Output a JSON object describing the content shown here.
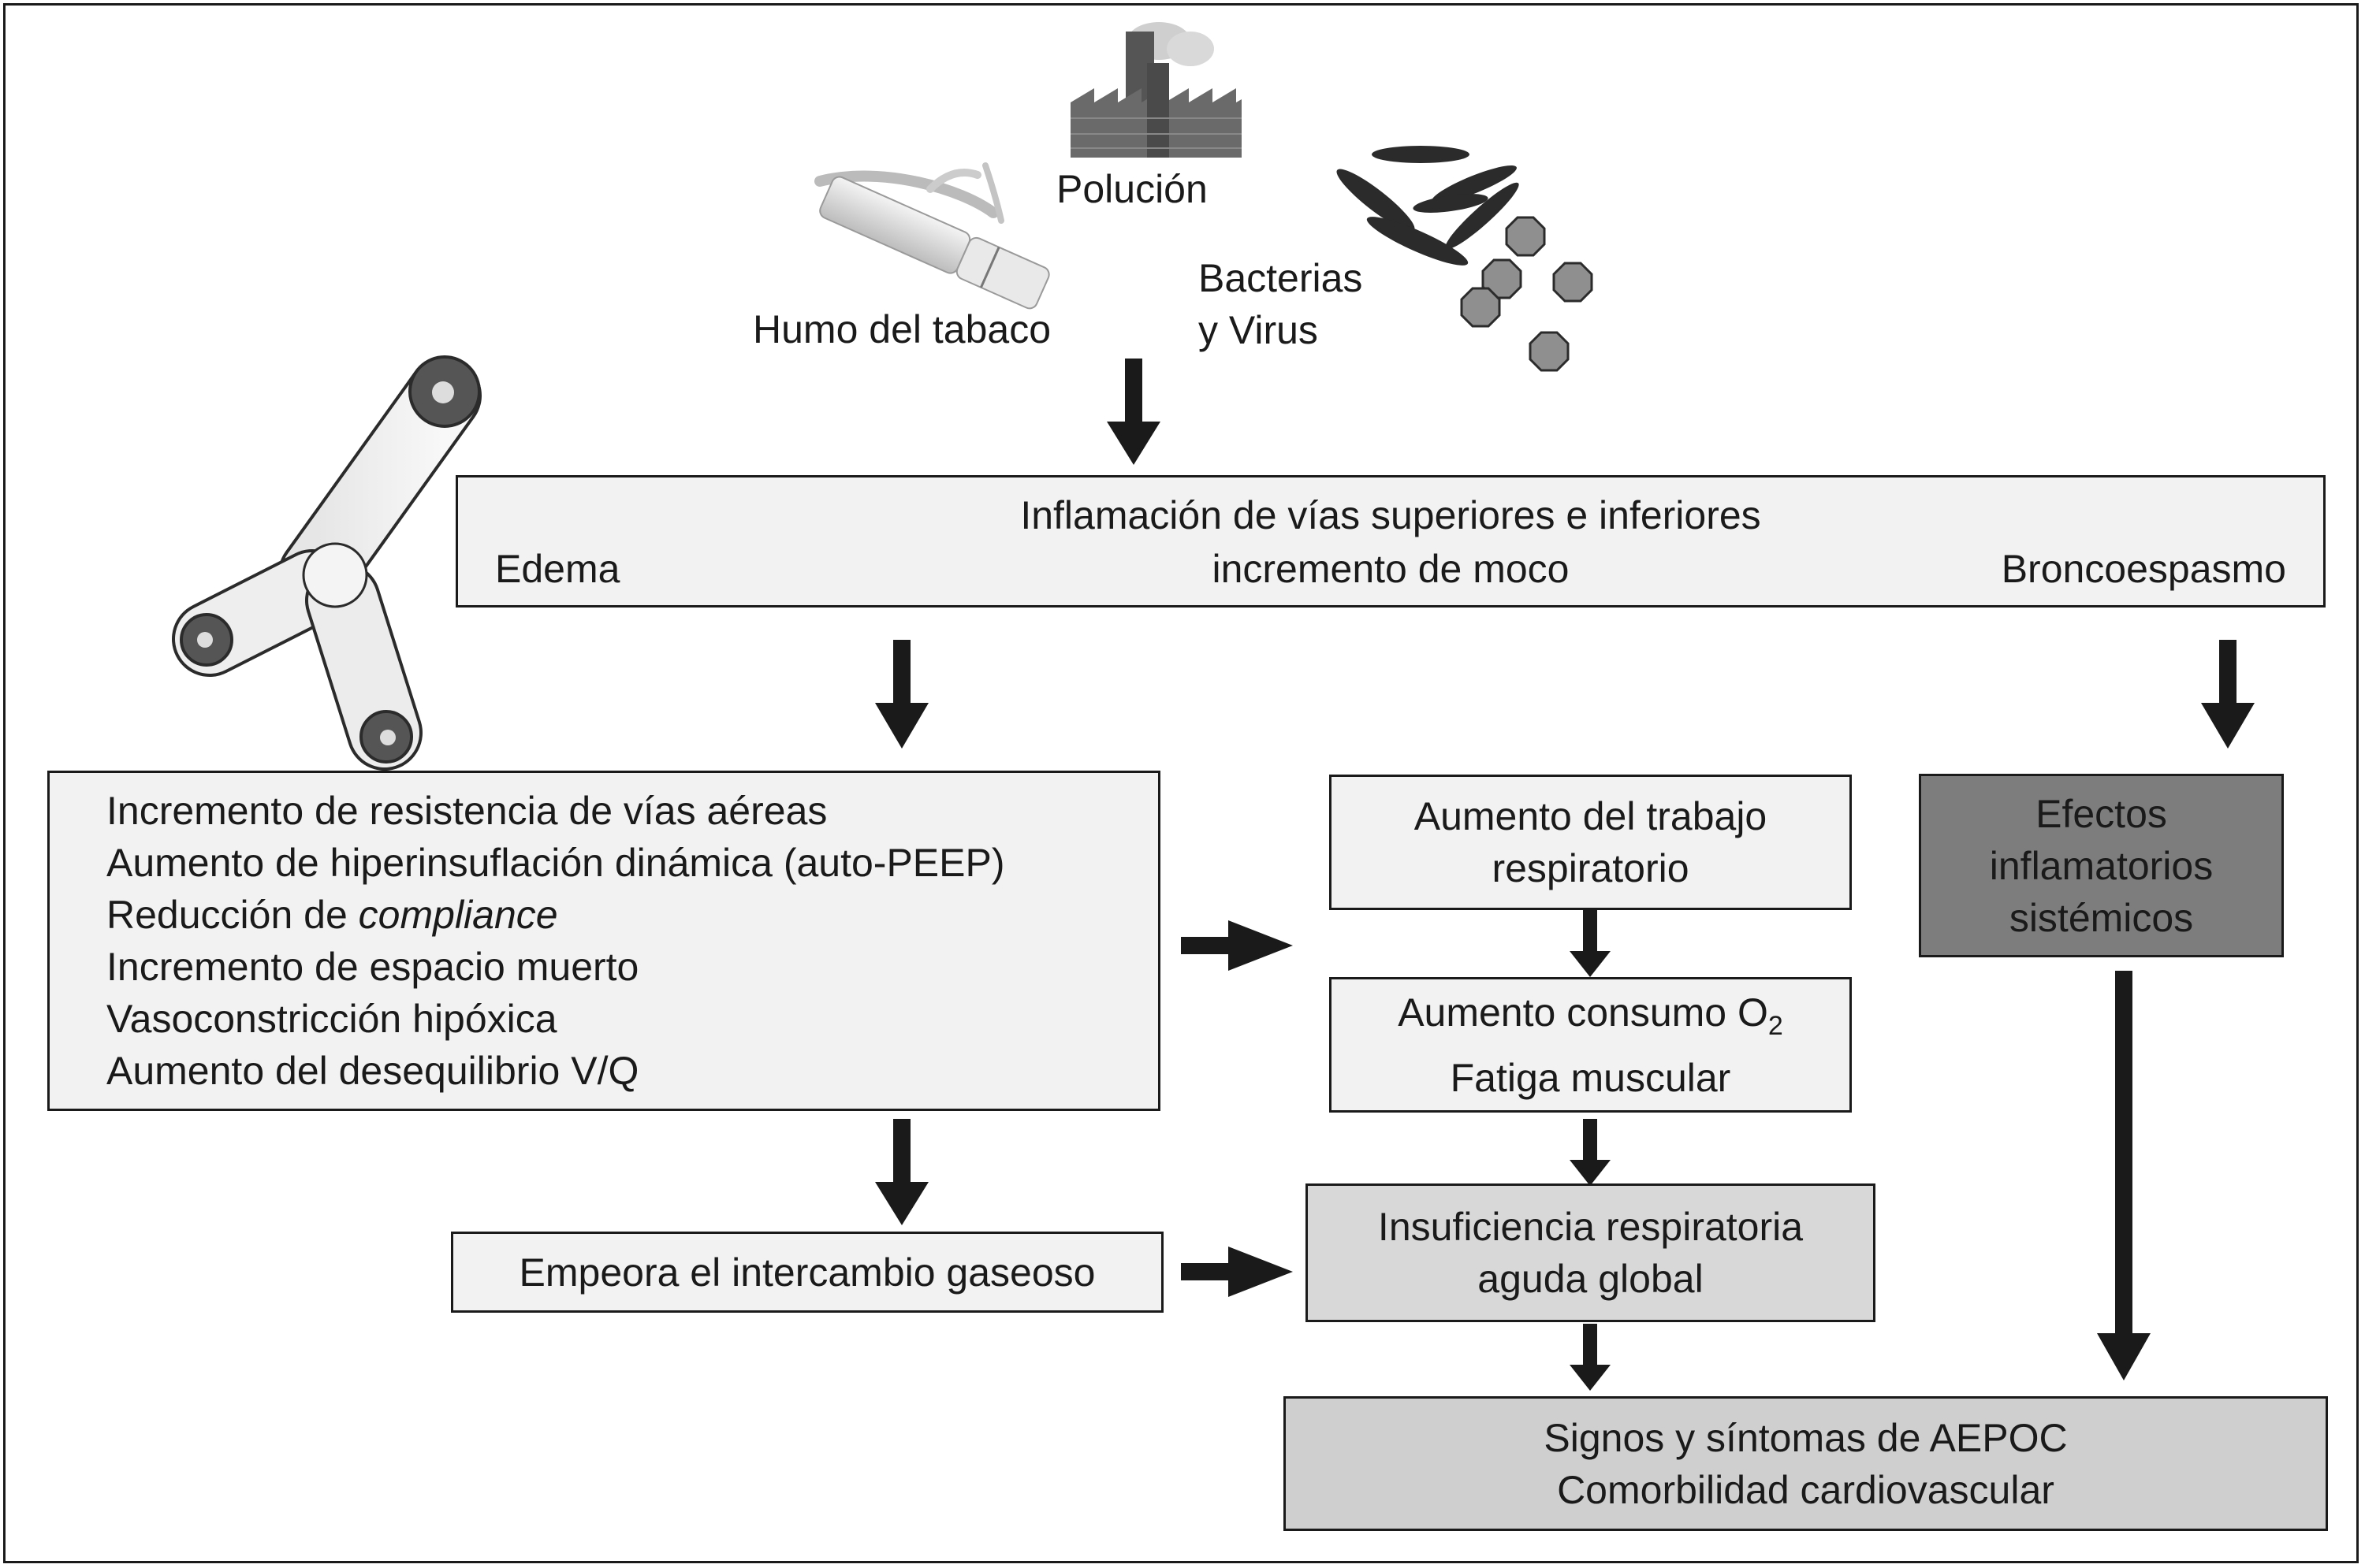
{
  "sources": {
    "pollution": "Polución",
    "tobacco": "Humo del tabaco",
    "microbes_line1": "Bacterias",
    "microbes_line2": "y Virus"
  },
  "inflammation": {
    "title": "Inflamación de vías superiores e inferiores",
    "left": "Edema",
    "center": "incremento de moco",
    "right": "Broncoespasmo"
  },
  "mechanics": {
    "items": [
      "Incremento de resistencia de vías aéreas",
      "Aumento de hiperinsuflación dinámica (auto-PEEP)",
      "Reducción de",
      "Incremento de espacio muerto",
      "Vasoconstricción hipóxica",
      "Aumento del desequilibrio V/Q"
    ],
    "compliance_word": "compliance"
  },
  "work": {
    "line1": "Aumento del trabajo",
    "line2": "respiratorio"
  },
  "oxygen": {
    "line1_prefix": "Aumento consumo O",
    "line1_sub": "2",
    "line2": "Fatiga muscular"
  },
  "systemic": {
    "line1": "Efectos",
    "line2": "inflamatorios",
    "line3": "sistémicos"
  },
  "gas_exchange": {
    "label": "Empeora el intercambio gaseoso"
  },
  "failure": {
    "line1": "Insuficiencia respiratoria",
    "line2": "aguda global"
  },
  "outcome": {
    "line1": "Signos y síntomas de AEPOC",
    "line2": "Comorbilidad cardiovascular"
  },
  "colors": {
    "light_box": "#f2f2f2",
    "mid_box": "#d8d8d8",
    "dark_box": "#7d7d7d",
    "outcome_box": "#cfcfcf",
    "ink": "#1a1a1a"
  }
}
